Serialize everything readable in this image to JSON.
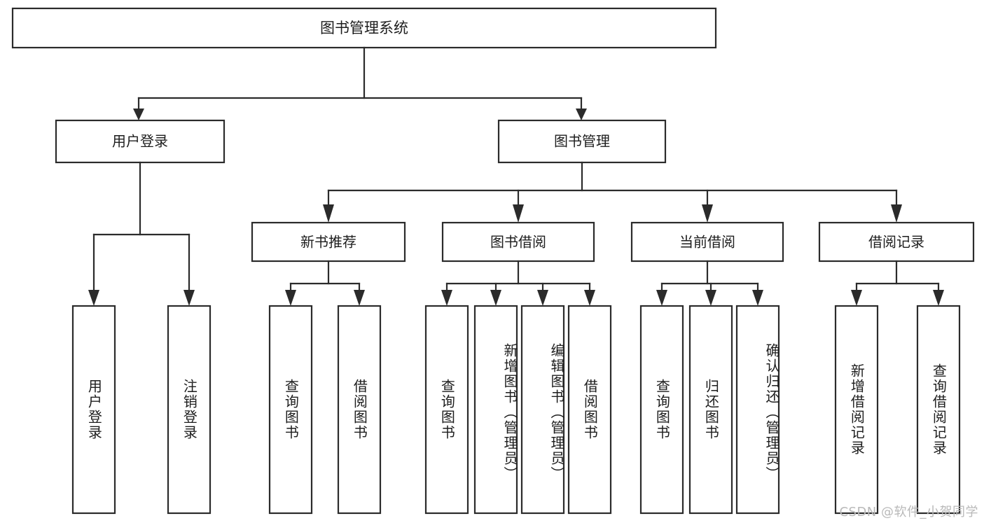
{
  "diagram": {
    "title": "图书管理系统",
    "type": "tree",
    "orientation": "top-down",
    "colors": {
      "stroke": "#2b2b2b",
      "fill": "#ffffff",
      "text": "#1d1d1d",
      "background": "#ffffff",
      "watermark": "#b9b9b9"
    },
    "root": {
      "label": "图书管理系统"
    },
    "level2": [
      {
        "label": "用户登录"
      },
      {
        "label": "图书管理"
      }
    ],
    "level3": [
      {
        "label": "新书推荐"
      },
      {
        "label": "图书借阅"
      },
      {
        "label": "当前借阅"
      },
      {
        "label": "借阅记录"
      }
    ],
    "leaves": {
      "user_login": [
        {
          "label": "用户登录"
        },
        {
          "label": "注销登录"
        }
      ],
      "new_book_recommend": [
        {
          "label": "查询图书"
        },
        {
          "label": "借阅图书"
        }
      ],
      "book_borrow": [
        {
          "label": "查询图书"
        },
        {
          "label": "新增图书（管理员）"
        },
        {
          "label": "编辑图书（管理员）"
        },
        {
          "label": "借阅图书"
        }
      ],
      "current_borrow": [
        {
          "label": "查询图书"
        },
        {
          "label": "归还图书"
        },
        {
          "label": "确认归还（管理员）"
        }
      ],
      "borrow_record": [
        {
          "label": "新增借阅记录"
        },
        {
          "label": "查询借阅记录"
        }
      ]
    }
  },
  "watermark": {
    "text": "CSDN @软件_小贺同学"
  }
}
